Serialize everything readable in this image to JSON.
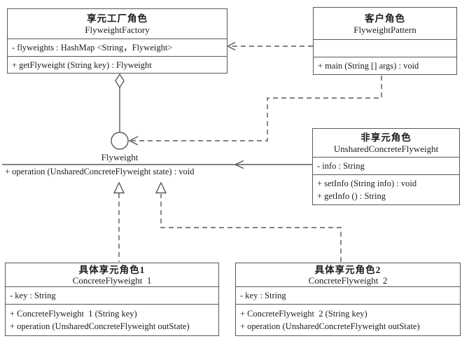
{
  "diagram_title": "Flyweight pattern UML class diagram",
  "colors": {
    "line": "#585858",
    "text": "#1c1c1c",
    "background": "#ffffff"
  },
  "classes": {
    "factory": {
      "cn": "享元工厂角色",
      "en": "FlyweightFactory",
      "attributes": [
        "- flyweights : HashMap <String，Flyweight>"
      ],
      "methods": [
        "+ getFlyweight (String key) : Flyweight"
      ]
    },
    "client": {
      "cn": "客户角色",
      "en": "FlyweightPattern",
      "attributes": [],
      "methods": [
        "+ main (String [] args) : void"
      ]
    },
    "unshared": {
      "cn": "非享元角色",
      "en": "UnsharedConcreteFlyweight",
      "attributes": [
        "- info : String"
      ],
      "methods": [
        "+ setInfo (String info) : void",
        "+ getInfo () : String"
      ]
    },
    "concrete1": {
      "cn": "具体享元角色1",
      "en": "ConcreteFlyweight  1",
      "attributes": [
        "- key : String"
      ],
      "methods": [
        "+ ConcreteFlyweight  1 (String key)",
        "+ operation (UnsharedConcreteFlyweight outState)"
      ]
    },
    "concrete2": {
      "cn": "具体享元角色2",
      "en": "ConcreteFlyweight  2",
      "attributes": [
        "- key : String"
      ],
      "methods": [
        "+ ConcreteFlyweight  2 (String key)",
        "+ operation (UnsharedConcreteFlyweight outState)"
      ]
    }
  },
  "interface": {
    "name": "Flyweight",
    "operation": "+ operation (UnsharedConcreteFlyweight state) : void"
  },
  "relationships": [
    {
      "type": "dependency-dashed-arrow",
      "from": "client",
      "to": "factory"
    },
    {
      "type": "dependency-dashed-arrow",
      "from": "client",
      "to": "interface-circle"
    },
    {
      "type": "aggregation-diamond",
      "from": "factory",
      "to": "interface-circle"
    },
    {
      "type": "association-open-arrow",
      "from": "unshared",
      "to": "interface-line"
    },
    {
      "type": "realization-dashed-triangle",
      "from": "concrete1",
      "to": "interface-line"
    },
    {
      "type": "realization-dashed-triangle",
      "from": "concrete2",
      "to": "interface-line"
    }
  ]
}
